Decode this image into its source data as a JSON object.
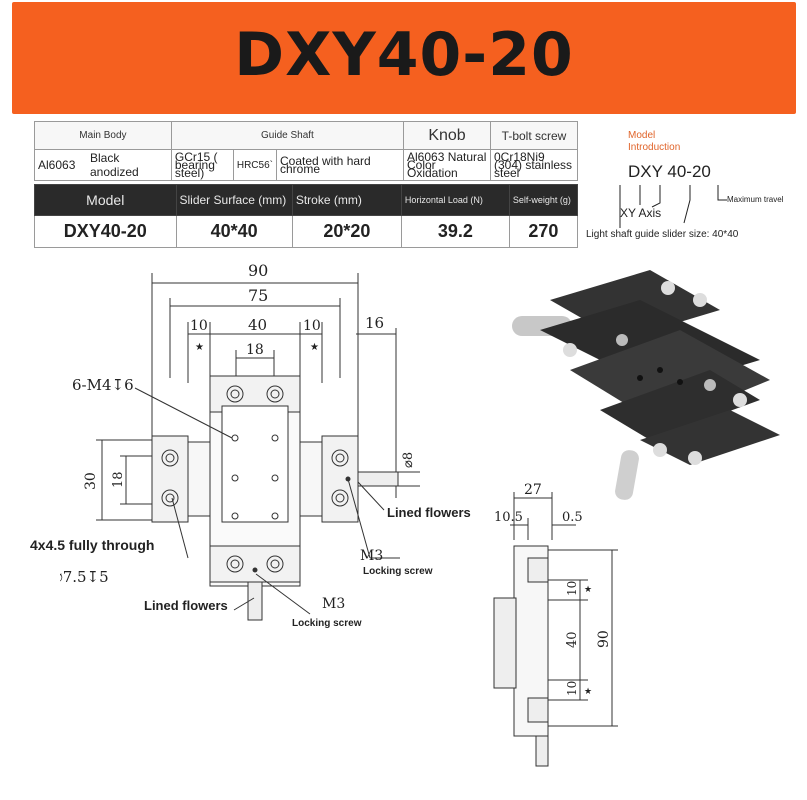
{
  "title": "DXY40-20",
  "spec_table_1": {
    "headers": [
      "Main Body",
      "Guide Shaft",
      "Knob",
      "T-bolt screw"
    ],
    "values": {
      "main_material": "Al6063",
      "main_finish": "Black anodized",
      "shaft_material": "GCr15 ( bearing steel)",
      "shaft_hardness": "HRC56`",
      "shaft_coating": "Coated with hard chrome",
      "knob": "Al6063 Natural Color Oxidation",
      "tbolt": "0Cr18Ni9 (304) stainless steel"
    }
  },
  "spec_table_2": {
    "headers": [
      "Model",
      "Slider Surface (mm)",
      "Stroke (mm)",
      "Horizontal Load (N)",
      "Self-weight (g)"
    ],
    "row": [
      "DXY40-20",
      "40*40",
      "20*20",
      "39.2",
      "270"
    ]
  },
  "model_intro": {
    "title": "Model Introduction",
    "model": "DXY 40-20",
    "max_travel": "Maximum travel",
    "xy_axis": "XY Axis",
    "slider_size": "Light shaft guide slider size: 40*40"
  },
  "drawing": {
    "dims": {
      "d90": "90",
      "d75": "75",
      "d10a": "10",
      "d40": "40",
      "d10b": "10",
      "d16": "16",
      "d18": "18",
      "d30": "30",
      "d18v": "18",
      "d8": "⌀8"
    },
    "hole_note": "6-M4↧6",
    "through_note": "4x4.5 fully through",
    "counterbore": "⌴ ⌀7.5↧5",
    "lined_flowers_1": "Lined flowers",
    "m3_1": "M3",
    "locking_1": "Locking screw",
    "lined_flowers_2": "Lined flowers",
    "m3_2": "M3",
    "locking_2": "Locking screw",
    "side_dims": {
      "d27": "27",
      "d105": "10.5",
      "d05": "0.5",
      "d10a": "10",
      "d40": "40",
      "d10b": "10",
      "d90": "90"
    }
  }
}
